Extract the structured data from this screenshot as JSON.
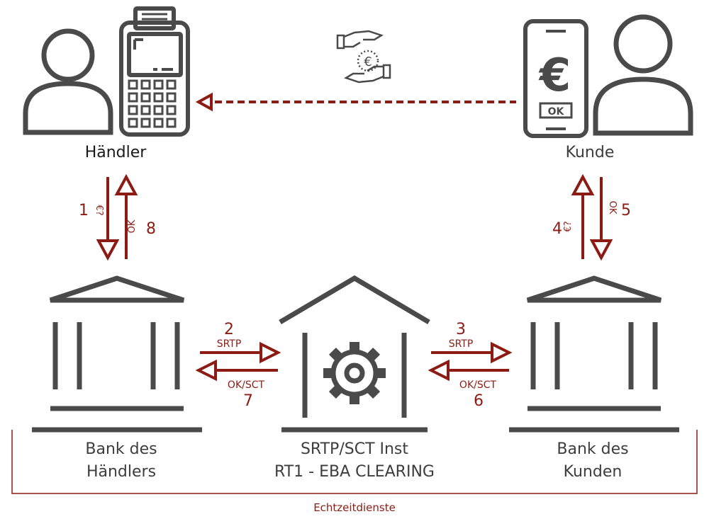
{
  "actors": {
    "merchant_label": "Händler",
    "customer_label": "Kunde"
  },
  "phone": {
    "currency_symbol": "€",
    "ok_button": "OK"
  },
  "banks": {
    "merchant_bank_line1": "Bank des",
    "merchant_bank_line2": "Händlers",
    "clearing_line1": "SRTP/SCT Inst",
    "clearing_line2": "RT1 - EBA CLEARING",
    "customer_bank_line1": "Bank des",
    "customer_bank_line2": "Kunden"
  },
  "steps": {
    "s1": {
      "number": "1",
      "tag": "€?"
    },
    "s8": {
      "number": "8",
      "tag": "OK"
    },
    "s4": {
      "number": "4",
      "tag": "€?"
    },
    "s5": {
      "number": "5",
      "tag": "OK"
    },
    "s2": {
      "number": "2",
      "tag": "SRTP"
    },
    "s7": {
      "number": "7",
      "tag": "OK/SCT"
    },
    "s3": {
      "number": "3",
      "tag": "SRTP"
    },
    "s6": {
      "number": "6",
      "tag": "OK/SCT"
    }
  },
  "exchange_icon_symbol": "€",
  "footer_label": "Echtzeitdienste",
  "colors": {
    "icon_gray": "#4a4a4a",
    "accent_red": "#8c1c13"
  }
}
